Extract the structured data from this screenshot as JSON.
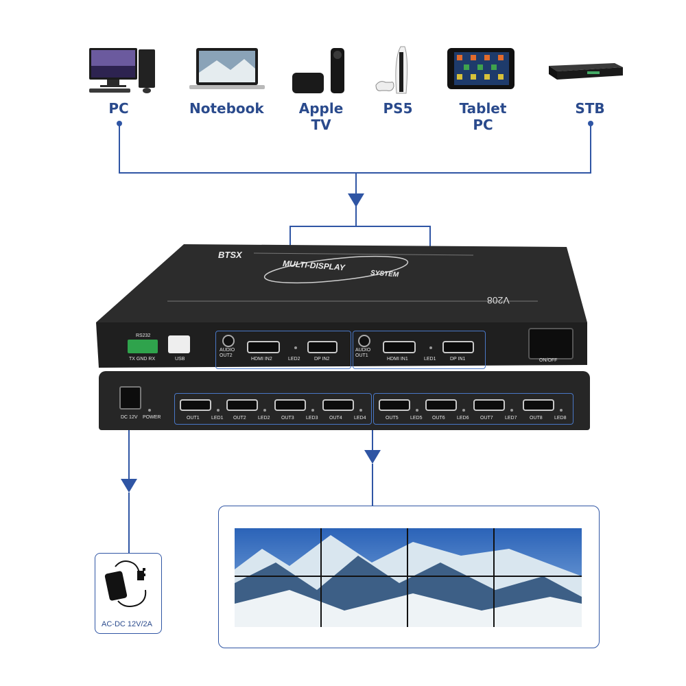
{
  "sources": [
    {
      "label": "PC",
      "icon": "desktop-pc-icon"
    },
    {
      "label": "Notebook",
      "icon": "laptop-icon"
    },
    {
      "label": "Apple TV",
      "icon": "apple-tv-icon"
    },
    {
      "label": "PS5",
      "icon": "ps5-console-icon"
    },
    {
      "label": "Tablet PC",
      "icon": "tablet-icon"
    },
    {
      "label": "STB",
      "icon": "set-top-box-icon"
    }
  ],
  "device": {
    "brand": "BTSX",
    "logo_line1": "MULTI-DISPLAY",
    "logo_line2": "SYSTEM",
    "model": "V208",
    "rear_top": {
      "rs232": "RS232",
      "rs232_pins": "TX  GND  RX",
      "usb": "USB",
      "audio_out2": "AUDIO\nOUT2",
      "hdmi_in2": "HDMI IN2",
      "led2": "LED2",
      "dp_in2": "DP IN2",
      "audio_out1": "AUDIO\nOUT1",
      "hdmi_in1": "HDMI IN1",
      "led1": "LED1",
      "dp_in1": "DP IN1",
      "power_switch": "ON/OFF"
    },
    "rear_bottom": {
      "dc": "DC 12V",
      "power": "POWER",
      "outputs": [
        {
          "out": "OUT1",
          "led": "LED1"
        },
        {
          "out": "OUT2",
          "led": "LED2"
        },
        {
          "out": "OUT3",
          "led": "LED3"
        },
        {
          "out": "OUT4",
          "led": "LED4"
        },
        {
          "out": "OUT5",
          "led": "LED5"
        },
        {
          "out": "OUT6",
          "led": "LED6"
        },
        {
          "out": "OUT7",
          "led": "LED7"
        },
        {
          "out": "OUT8",
          "led": "LED8"
        }
      ]
    }
  },
  "adapter": {
    "label": "AC-DC 12V/2A",
    "icon": "power-adapter-icon"
  },
  "video_wall": {
    "icon": "video-wall-mountain-image"
  },
  "colors": {
    "accent": "#2a4a8c",
    "line": "#3b5ea8",
    "device": "#2b2b2b"
  }
}
